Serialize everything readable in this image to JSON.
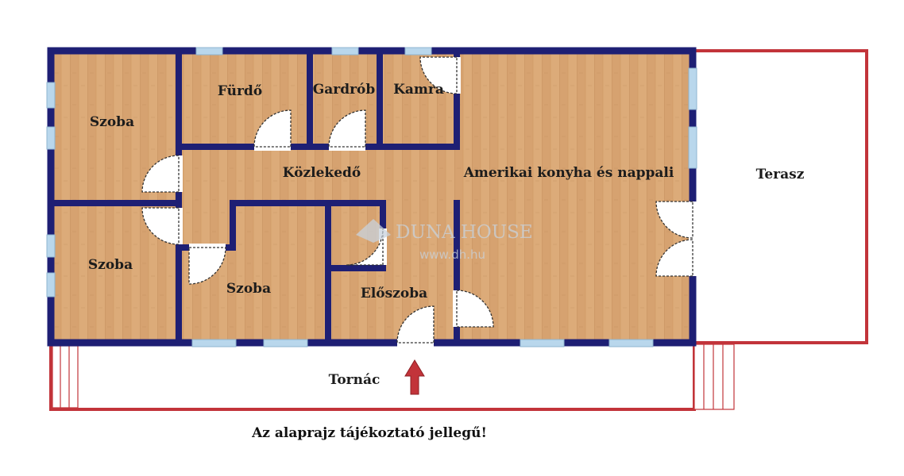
{
  "rooms": {
    "szoba1": "Szoba",
    "furdo": "Fürdő",
    "gardrob": "Gardrób",
    "kamra": "Kamra",
    "kozlekedo": "Közlekedő",
    "nappali": "Amerikai konyha és nappali",
    "terasz": "Terasz",
    "szoba2": "Szoba",
    "szoba3": "Szoba",
    "eloszoba": "Előszoba",
    "tornac": "Tornác"
  },
  "watermark": {
    "brand": "DUNA HOUSE",
    "url": "www.dh.hu"
  },
  "disclaimer": "Az alaprajz tájékoztató jellegű!",
  "colors": {
    "wall": "#1e1f74",
    "window": "#b9d7ec",
    "outline_red": "#c2343a",
    "floor": "#d9a877",
    "arrow": "#c2343a"
  }
}
